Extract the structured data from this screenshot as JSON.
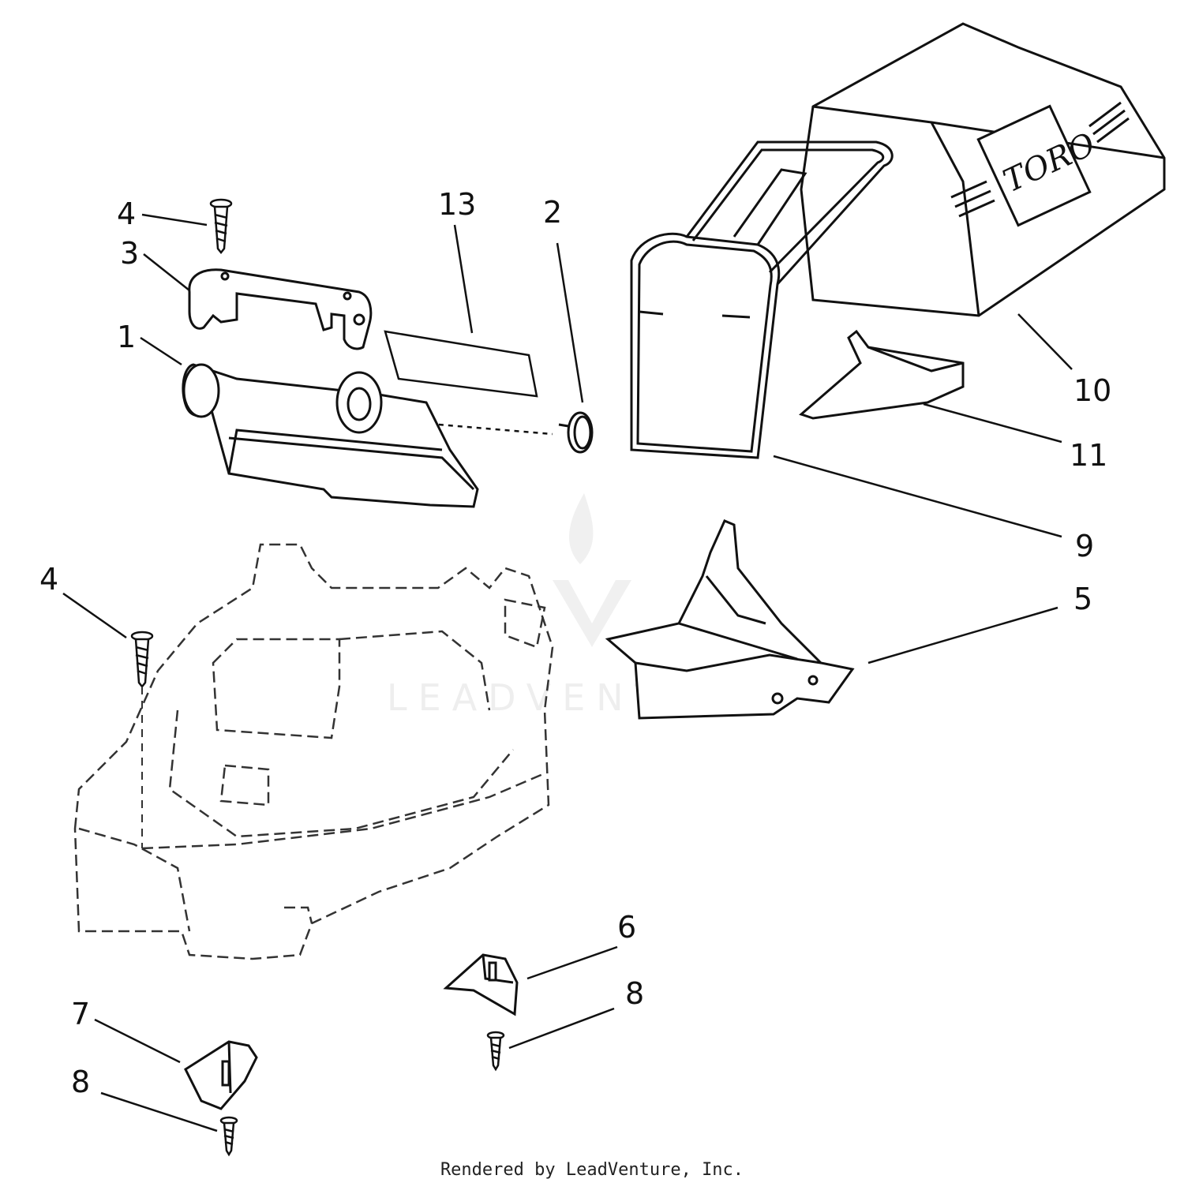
{
  "callouts": [
    {
      "id": "c4a",
      "label": "4"
    },
    {
      "id": "c3",
      "label": "3"
    },
    {
      "id": "c13",
      "label": "13"
    },
    {
      "id": "c2",
      "label": "2"
    },
    {
      "id": "c1",
      "label": "1"
    },
    {
      "id": "c10",
      "label": "10"
    },
    {
      "id": "c11",
      "label": "11"
    },
    {
      "id": "c9",
      "label": "9"
    },
    {
      "id": "c5",
      "label": "5"
    },
    {
      "id": "c4b",
      "label": "4"
    },
    {
      "id": "c6",
      "label": "6"
    },
    {
      "id": "c8a",
      "label": "8"
    },
    {
      "id": "c7",
      "label": "7"
    },
    {
      "id": "c8b",
      "label": "8"
    }
  ],
  "logo_text": "TORO",
  "watermark": "LEADVENTURE",
  "footer": "Rendered by LeadVenture, Inc.",
  "colors": {
    "line": "#111111",
    "dashed": "#333333",
    "watermark": "#eeeeee"
  }
}
